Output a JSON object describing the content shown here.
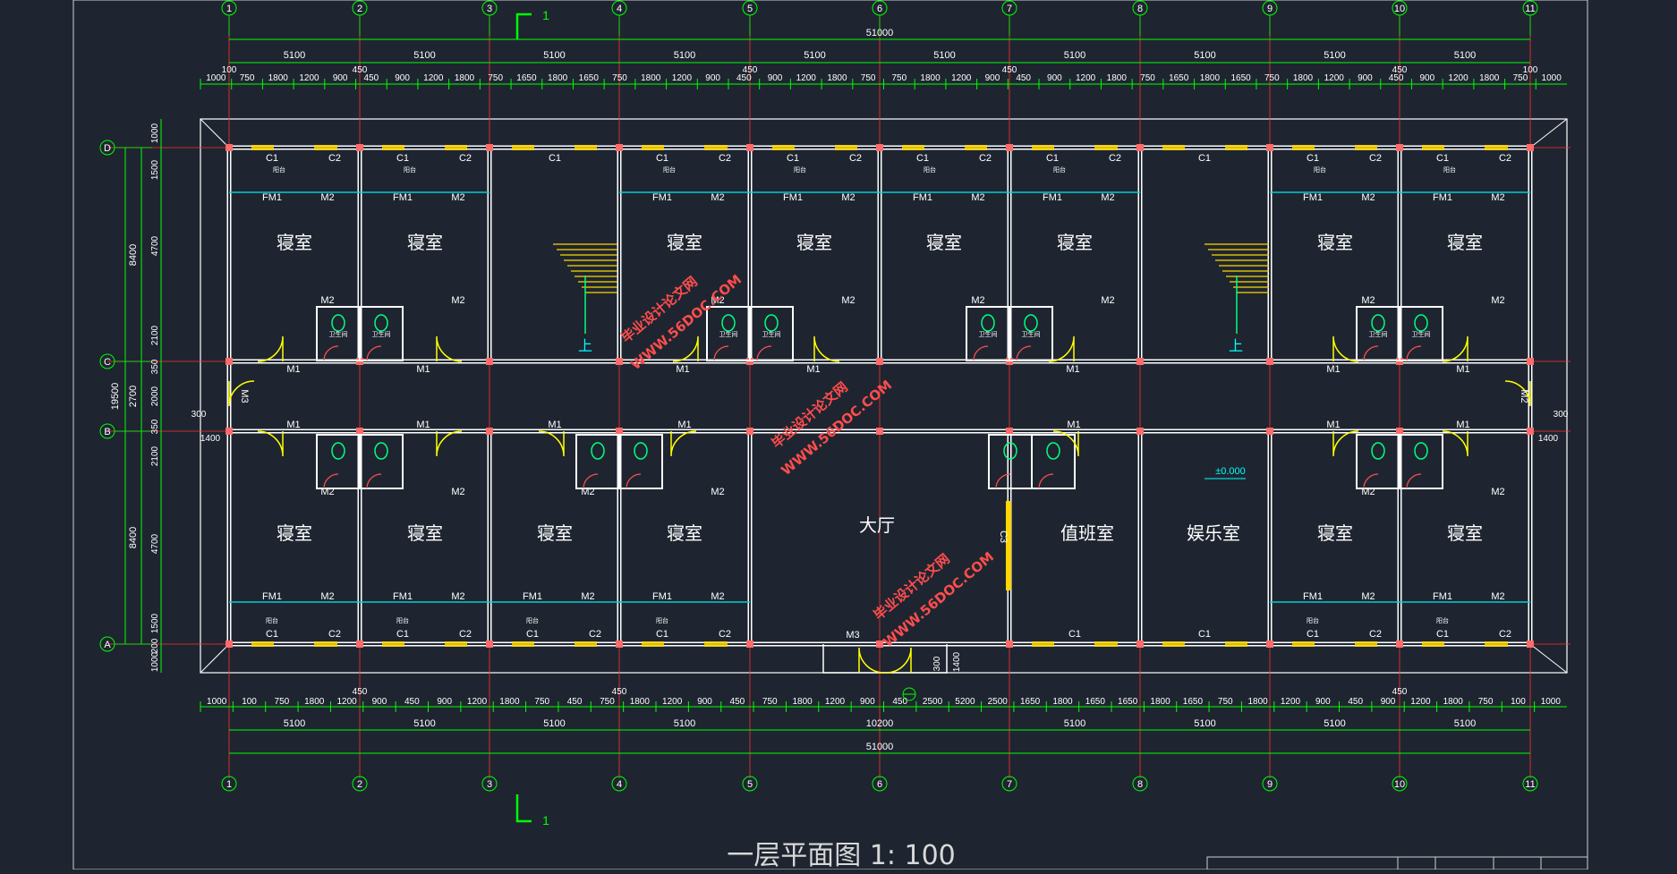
{
  "title": {
    "text": "一层平面图",
    "scale": "1: 100"
  },
  "section_marker": "1",
  "axes_x": [
    "1",
    "2",
    "3",
    "4",
    "5",
    "6",
    "7",
    "8",
    "9",
    "10",
    "11"
  ],
  "axes_y": [
    "D",
    "C",
    "B",
    "A"
  ],
  "dims_top_total": "51000",
  "dims_top_bays": [
    "5100",
    "5100",
    "5100",
    "5100",
    "5100",
    "5100",
    "5100",
    "5100",
    "5100",
    "5100"
  ],
  "dims_top_detail": [
    "1000",
    "750",
    "1800",
    "1200",
    "900",
    "450",
    "900",
    "1200",
    "1800",
    "750",
    "1650",
    "1800",
    "1650",
    "750",
    "1800",
    "1200",
    "900",
    "450",
    "900",
    "1200",
    "1800",
    "750",
    "750",
    "1800",
    "1200",
    "900",
    "450",
    "900",
    "1200",
    "1800",
    "750",
    "1650",
    "1800",
    "1650",
    "750",
    "1800",
    "1200",
    "900",
    "450",
    "900",
    "1200",
    "1800",
    "750",
    "1000"
  ],
  "dims_top_offsets": [
    "100",
    "450",
    "450",
    "450",
    "450",
    "100"
  ],
  "dims_bottom_total": "51000",
  "dims_bottom_bays": [
    "5100",
    "5100",
    "5100",
    "5100",
    "10200",
    "5100",
    "5100",
    "5100",
    "5100"
  ],
  "dims_bottom_detail": [
    "1000",
    "100",
    "750",
    "1800",
    "1200",
    "900",
    "450",
    "900",
    "1200",
    "1800",
    "750",
    "450",
    "750",
    "1800",
    "1200",
    "900",
    "450",
    "750",
    "1800",
    "1200",
    "900",
    "450",
    "2500",
    "5200",
    "2500",
    "1650",
    "1800",
    "1650",
    "1650",
    "1800",
    "1650",
    "750",
    "1800",
    "1200",
    "900",
    "450",
    "900",
    "1200",
    "1800",
    "750",
    "100",
    "1000"
  ],
  "dims_bottom_offsets": [
    "450",
    "450",
    "450"
  ],
  "dims_left_total": "19500",
  "dims_left_mid": [
    "8400",
    "2700",
    "8400"
  ],
  "dims_left_detail": [
    "1000",
    "1500",
    "4700",
    "2100",
    "350",
    "2000",
    "350",
    "2100",
    "4700",
    "1500",
    "200",
    "1000"
  ],
  "side_dims": {
    "left_a": "300",
    "left_b": "1400",
    "right_a": "300",
    "right_b": "1400",
    "entry_a": "300",
    "entry_b": "1400"
  },
  "rooms_top": [
    "寝室",
    "寝室",
    "寝室",
    "寝室",
    "寝室",
    "寝室",
    "寝室",
    "寝室"
  ],
  "rooms_bottom": [
    "寝室",
    "寝室",
    "寝室",
    "寝室",
    "大厅",
    "值班室",
    "娱乐室",
    "寝室",
    "寝室"
  ],
  "stair_label": "上",
  "elevation": "±0.000",
  "door_labels": {
    "M1": "M1",
    "M2": "M2",
    "M3": "M3",
    "FM1": "FM1",
    "C1": "C1",
    "C2": "C2",
    "C3": "C3"
  },
  "tiny_labels": {
    "balcony": "阳台",
    "toilet": "卫生间"
  },
  "watermark": {
    "line1": "毕业设计论文网",
    "line2": "WWW.56DOC.COM"
  },
  "colors": {
    "background": "#1e2530",
    "axis_line": "#ff3030",
    "dim_line": "#00ff00",
    "wall": "#ffffff",
    "window": "#ffd700",
    "door": "#ffff00",
    "fixture": "#00ff7f",
    "column": "#ff6a6a",
    "watermark": "#ff4d4d",
    "cyan": "#00ffff"
  }
}
